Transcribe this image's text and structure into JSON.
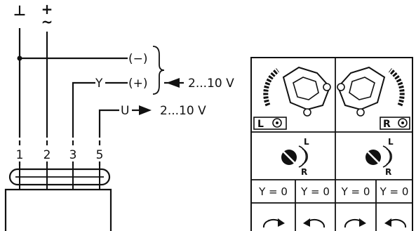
{
  "wiring": {
    "ground_symbol": "⊥",
    "supply_symbol": "+",
    "supply_ac_symbol": "~",
    "terminals": [
      "1",
      "2",
      "3",
      "5"
    ],
    "neg_label": "(−)",
    "pos_label": "(+)",
    "y_label": "Y",
    "u_label": "U",
    "input_signal": "2...10 V",
    "output_signal": "2...10 V"
  },
  "table": {
    "left_mode_label": "L",
    "right_mode_label": "R",
    "dir_left": "L",
    "dir_right": "R",
    "y_cells": [
      "Y = 0",
      "Y = 0",
      "Y = 0",
      "Y = 0"
    ],
    "rotation_icons": [
      "clockwise-arrow-icon",
      "counterclockwise-arrow-icon",
      "clockwise-arrow-icon",
      "counterclockwise-arrow-icon"
    ]
  }
}
